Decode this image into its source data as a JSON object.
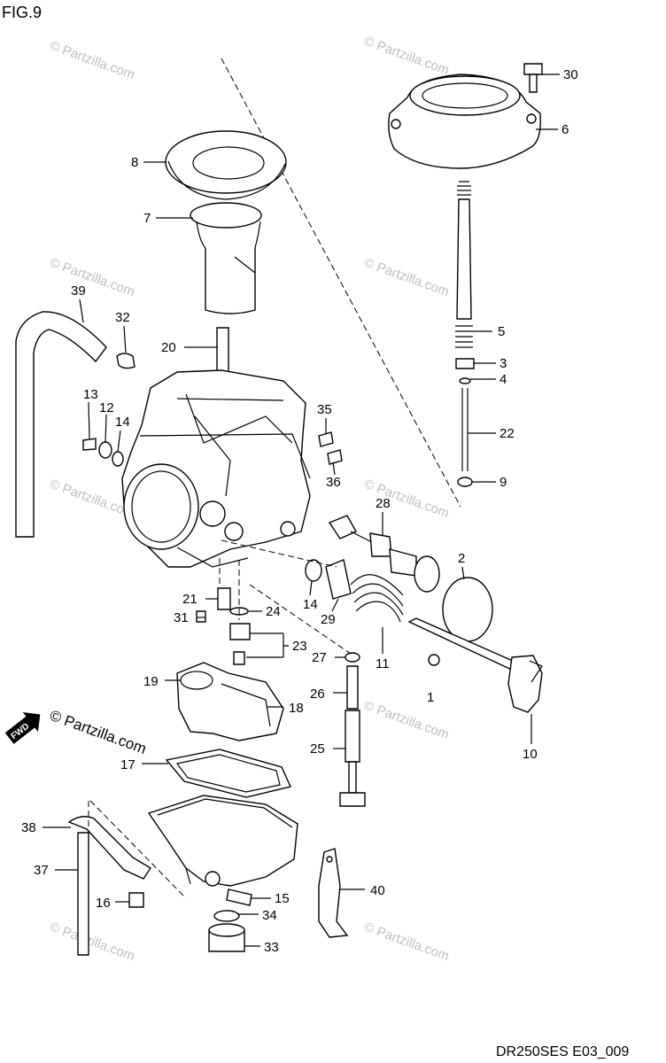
{
  "figure_label": "FIG.9",
  "diagram_code": "DR250SES E03_009",
  "watermark_text": "© Partzilla.com",
  "fwd_label": "FWD",
  "callouts": [
    {
      "id": "c30",
      "text": "30"
    },
    {
      "id": "c6",
      "text": "6"
    },
    {
      "id": "c8",
      "text": "8"
    },
    {
      "id": "c7",
      "text": "7"
    },
    {
      "id": "c5",
      "text": "5"
    },
    {
      "id": "c3",
      "text": "3"
    },
    {
      "id": "c4",
      "text": "4"
    },
    {
      "id": "c39",
      "text": "39"
    },
    {
      "id": "c32",
      "text": "32"
    },
    {
      "id": "c20",
      "text": "20"
    },
    {
      "id": "c22",
      "text": "22"
    },
    {
      "id": "c9",
      "text": "9"
    },
    {
      "id": "c13",
      "text": "13"
    },
    {
      "id": "c12",
      "text": "12"
    },
    {
      "id": "c14a",
      "text": "14"
    },
    {
      "id": "c35",
      "text": "35"
    },
    {
      "id": "c36",
      "text": "36"
    },
    {
      "id": "c28",
      "text": "28"
    },
    {
      "id": "c2",
      "text": "2"
    },
    {
      "id": "c14b",
      "text": "14"
    },
    {
      "id": "c29",
      "text": "29"
    },
    {
      "id": "c11",
      "text": "11"
    },
    {
      "id": "c21",
      "text": "21"
    },
    {
      "id": "c24",
      "text": "24"
    },
    {
      "id": "c31",
      "text": "31"
    },
    {
      "id": "c23",
      "text": "23"
    },
    {
      "id": "c27",
      "text": "27"
    },
    {
      "id": "c1",
      "text": "1"
    },
    {
      "id": "c19",
      "text": "19"
    },
    {
      "id": "c18",
      "text": "18"
    },
    {
      "id": "c26",
      "text": "26"
    },
    {
      "id": "c10",
      "text": "10"
    },
    {
      "id": "c17",
      "text": "17"
    },
    {
      "id": "c25",
      "text": "25"
    },
    {
      "id": "c38",
      "text": "38"
    },
    {
      "id": "c37",
      "text": "37"
    },
    {
      "id": "c40",
      "text": "40"
    },
    {
      "id": "c16",
      "text": "16"
    },
    {
      "id": "c15",
      "text": "15"
    },
    {
      "id": "c34",
      "text": "34"
    },
    {
      "id": "c33",
      "text": "33"
    }
  ]
}
